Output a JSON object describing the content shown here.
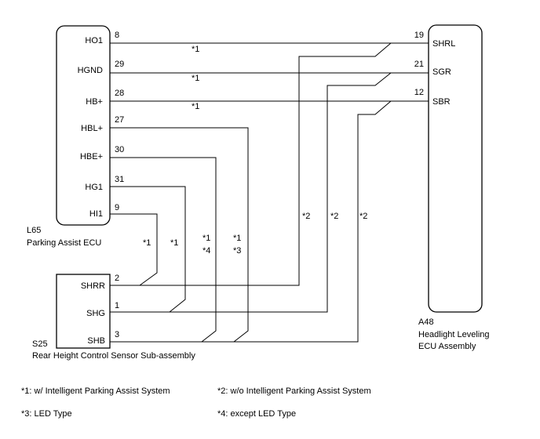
{
  "ecu_left": {
    "code": "L65",
    "name": "Parking Assist ECU",
    "pins": [
      {
        "sig": "HO1",
        "num": "8"
      },
      {
        "sig": "HGND",
        "num": "29"
      },
      {
        "sig": "HB+",
        "num": "28"
      },
      {
        "sig": "HBL+",
        "num": "27"
      },
      {
        "sig": "HBE+",
        "num": "30"
      },
      {
        "sig": "HG1",
        "num": "31"
      },
      {
        "sig": "HI1",
        "num": "9"
      }
    ]
  },
  "ecu_right": {
    "code": "A48",
    "name_line1": "Headlight Leveling",
    "name_line2": "ECU Assembly",
    "pins": [
      {
        "sig": "SHRL",
        "num": "19"
      },
      {
        "sig": "SGR",
        "num": "21"
      },
      {
        "sig": "SBR",
        "num": "12"
      }
    ]
  },
  "sensor": {
    "code": "S25",
    "name": "Rear Height Control Sensor Sub-assembly",
    "pins": [
      {
        "sig": "SHRR",
        "num": "2"
      },
      {
        "sig": "SHG",
        "num": "1"
      },
      {
        "sig": "SHB",
        "num": "3"
      }
    ]
  },
  "wire_notes": {
    "ho1": "*1",
    "hgnd": "*1",
    "hbp": "*1",
    "hi1": "*1",
    "hg1": "*1",
    "hbe_a": "*1",
    "hbe_b": "*4",
    "hbl_a": "*1",
    "hbl_b": "*3",
    "shrl": "*2",
    "sgr": "*2",
    "sbr": "*2"
  },
  "legend": [
    "*1: w/ Intelligent Parking Assist System",
    "*2: w/o Intelligent Parking Assist System",
    "*3: LED Type",
    "*4: except LED Type"
  ]
}
